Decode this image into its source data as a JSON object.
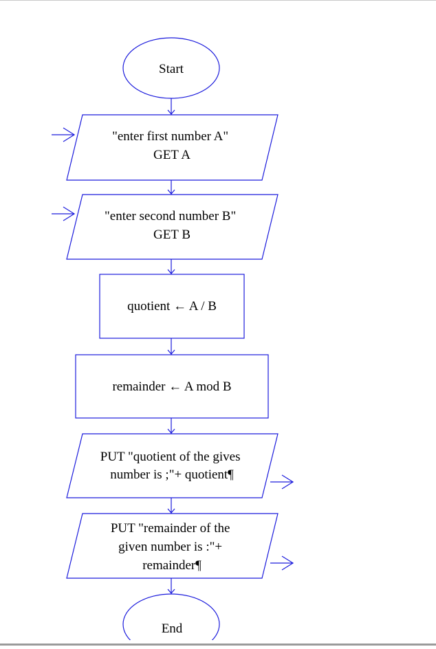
{
  "diagram": {
    "stroke_color": "#1a1adc",
    "text_color": "#000000",
    "nodes": [
      {
        "id": "start",
        "lines": [
          "Start"
        ]
      },
      {
        "id": "input-a",
        "lines": [
          "\"enter first number A\"",
          "GET A"
        ]
      },
      {
        "id": "input-b",
        "lines": [
          "\"enter second number B\"",
          "GET B"
        ]
      },
      {
        "id": "assign-quotient",
        "lines": [
          "quotient ← A / B"
        ]
      },
      {
        "id": "assign-remainder",
        "lines": [
          "remainder ← A mod B"
        ]
      },
      {
        "id": "output-quotient",
        "lines": [
          "PUT \"quotient of the gives",
          "number is ;\"+ quotient¶"
        ]
      },
      {
        "id": "output-remainder",
        "lines": [
          "PUT \"remainder of the",
          "given number is :\"+",
          "remainder¶"
        ]
      },
      {
        "id": "end",
        "lines": [
          "End"
        ]
      }
    ]
  }
}
